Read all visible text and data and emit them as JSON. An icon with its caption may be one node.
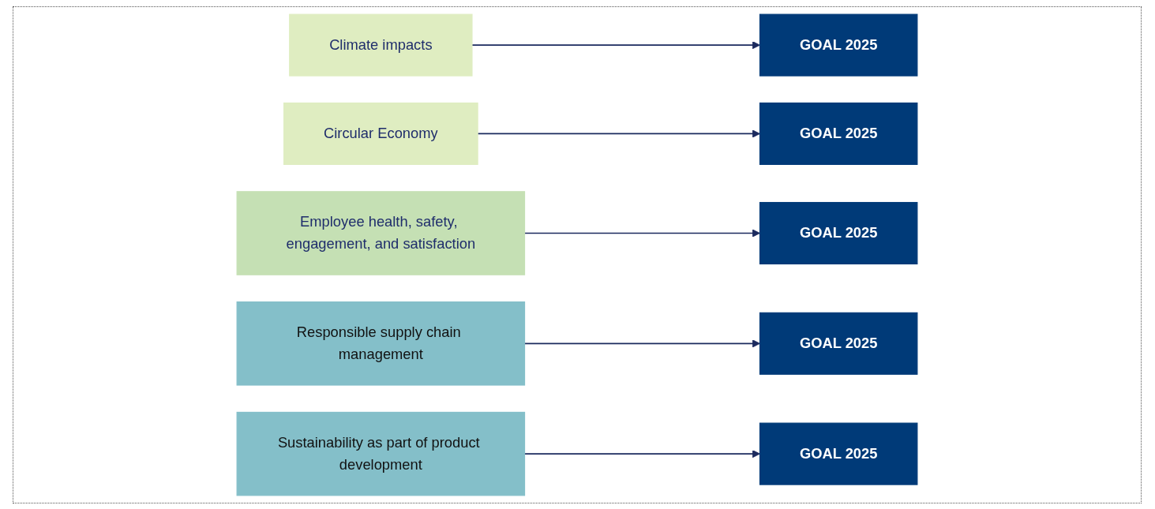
{
  "diagram": {
    "nodes": [
      {
        "text": [
          "Climate impacts"
        ]
      },
      {
        "text": [
          "GOAL 2025"
        ]
      },
      {
        "text": [
          "Circular Economy"
        ]
      },
      {
        "text": [
          "GOAL 2025"
        ]
      },
      {
        "text": [
          "Employee health, safety, engagement, and satisfaction"
        ]
      },
      {
        "text": [
          "GOAL 2025"
        ]
      },
      {
        "text": [
          "Responsible supply chain management"
        ]
      },
      {
        "text": [
          "GOAL 2025"
        ]
      },
      {
        "text": [
          "Sustainability as part of product development"
        ]
      },
      {
        "text": [
          "GOAL 2025"
        ]
      }
    ],
    "edges": [
      {
        "from": 0,
        "to": 1,
        "arrow": "to"
      },
      {
        "from": 2,
        "to": 3,
        "arrow": "to"
      },
      {
        "from": 4,
        "to": 5,
        "arrow": "to"
      },
      {
        "from": 6,
        "to": 7,
        "arrow": "to"
      },
      {
        "from": 8,
        "to": 9,
        "arrow": "to"
      }
    ]
  }
}
